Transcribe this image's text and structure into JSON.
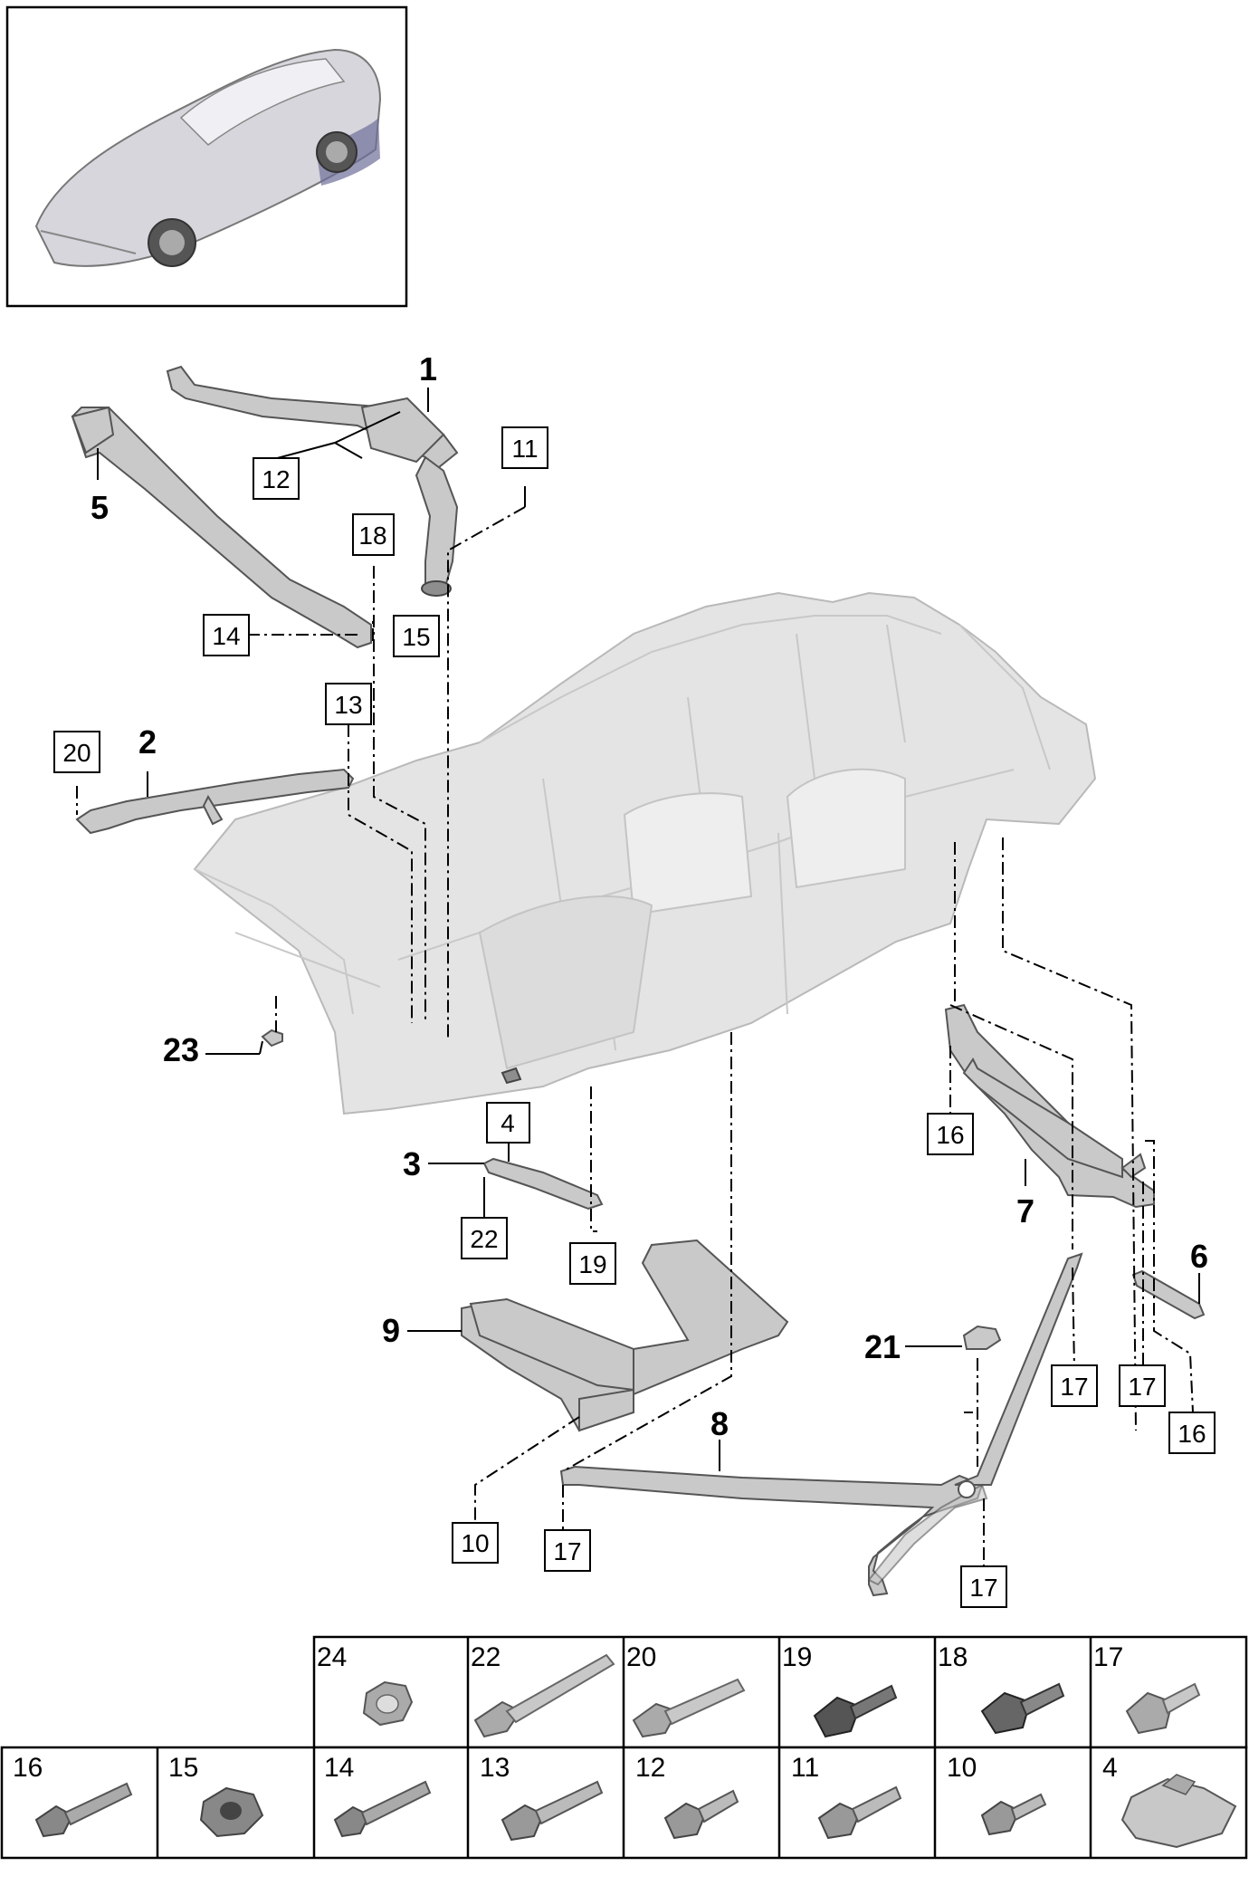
{
  "callouts": {
    "bold": [
      "1",
      "2",
      "3",
      "5",
      "6",
      "7",
      "8",
      "9",
      "21",
      "23"
    ],
    "boxed": [
      "4",
      "10",
      "11",
      "12",
      "13",
      "14",
      "15",
      "16",
      "16",
      "17",
      "17",
      "17",
      "17",
      "18",
      "19",
      "20",
      "22"
    ]
  },
  "fastener_table": {
    "row1": [
      "24",
      "22",
      "20",
      "19",
      "18",
      "17"
    ],
    "row2": [
      "16",
      "15",
      "14",
      "13",
      "12",
      "11",
      "10",
      "4"
    ]
  }
}
